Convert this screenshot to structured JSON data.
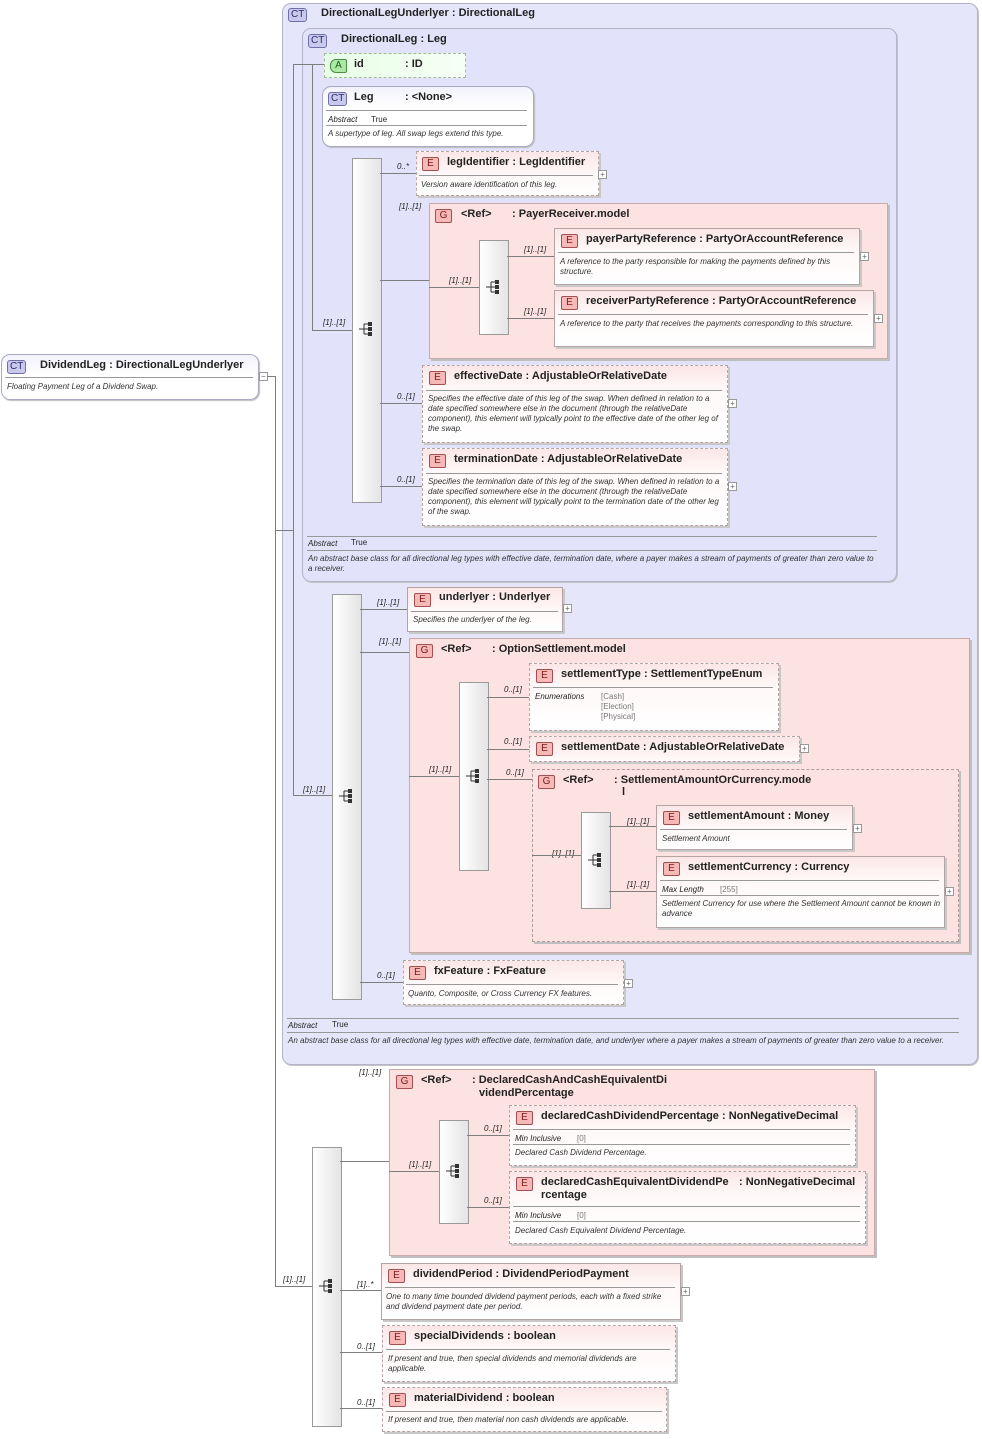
{
  "root": {
    "badge": "CT",
    "name": "DividendLeg",
    "type": "DirectionalLegUnderlyer",
    "doc": "Floating Payment Leg of a Dividend Swap."
  },
  "dlu": {
    "badge": "CT",
    "name": "DirectionalLegUnderlyer",
    "type": "DirectionalLeg",
    "abstract_label": "Abstract",
    "abstract_value": "True",
    "doc": "An abstract base class for all directional leg types with effective date, termination date, and underlyer where a payer makes a stream of payments of greater than zero value to a receiver."
  },
  "dl": {
    "badge": "CT",
    "name": "DirectionalLeg",
    "type": "Leg",
    "abstract_label": "Abstract",
    "abstract_value": "True",
    "doc": "An abstract base class for all directional leg types with effective date, termination date, where a payer makes a stream of payments of greater than zero value to a receiver."
  },
  "attr_id": {
    "badge": "A",
    "name": "id",
    "type": "ID"
  },
  "leg": {
    "badge": "CT",
    "name": "Leg",
    "type": "<None>",
    "abstract_label": "Abstract",
    "abstract_value": "True",
    "doc": "A supertype of leg. All swap legs extend this type."
  },
  "legIdentifier": {
    "badge": "E",
    "name": "legIdentifier",
    "type": "LegIdentifier",
    "card": "0..*",
    "doc": "Version aware identification of this leg."
  },
  "payerReceiver": {
    "badge": "G",
    "ref": "<Ref>",
    "type": "PayerReceiver.model",
    "card": "[1]..[1]"
  },
  "payerPartyReference": {
    "badge": "E",
    "name": "payerPartyReference",
    "type": "PartyOrAccountReference",
    "card": "[1]..[1]",
    "doc": "A reference to the party responsible for making the payments defined by this structure."
  },
  "receiverPartyReference": {
    "badge": "E",
    "name": "receiverPartyReference",
    "type": "PartyOrAccountReference",
    "card": "[1]..[1]",
    "doc": "A reference to the party that receives the payments corresponding to this structure."
  },
  "effectiveDate": {
    "badge": "E",
    "name": "effectiveDate",
    "type": "AdjustableOrRelativeDate",
    "card": "0..[1]",
    "doc": "Specifies the effective date of this leg of the swap. When defined in relation to a date specified somewhere else in the document (through the relativeDate component), this element will typically point to the effective date of the other leg of the swap."
  },
  "terminationDate": {
    "badge": "E",
    "name": "terminationDate",
    "type": "AdjustableOrRelativeDate",
    "card": "0..[1]",
    "doc": "Specifies the termination date of this leg of the swap. When defined in relation to a date specified somewhere else in the document (through the relativeDate component), this element will typically point to the termination date of the other leg of the swap."
  },
  "seqCards": {
    "dl_seq": "[1]..[1]",
    "pr_seq": "[1]..[1]",
    "dlu_seq": "[1]..[1]",
    "os_seq": "[1]..[1]",
    "sac_seq": "[1]..[1]",
    "root_seq": "[1]..[1]",
    "dcp_seq": "[1]..[1]"
  },
  "underlyer": {
    "badge": "E",
    "name": "underlyer",
    "type": "Underlyer",
    "card": "[1]..[1]",
    "doc": "Specifies the underlyer of the leg."
  },
  "optionSettlement": {
    "badge": "G",
    "ref": "<Ref>",
    "type": "OptionSettlement.model",
    "card": "[1]..[1]"
  },
  "settlementType": {
    "badge": "E",
    "name": "settlementType",
    "type": "SettlementTypeEnum",
    "card": "0..[1]",
    "enum_label": "Enumerations",
    "enums": [
      "[Cash]",
      "[Election]",
      "[Physical]"
    ]
  },
  "settlementDate": {
    "badge": "E",
    "name": "settlementDate",
    "type": "AdjustableOrRelativeDate",
    "card": "0..[1]"
  },
  "settlementAmountOrCurrency": {
    "badge": "G",
    "ref": "<Ref>",
    "type_line1": "SettlementAmountOrCurrency.mode",
    "type_line2": "l",
    "card": "0..[1]"
  },
  "settlementAmount": {
    "badge": "E",
    "name": "settlementAmount",
    "type": "Money",
    "card": "[1]..[1]",
    "doc": "Settlement Amount"
  },
  "settlementCurrency": {
    "badge": "E",
    "name": "settlementCurrency",
    "type": "Currency",
    "card": "[1]..[1]",
    "facet_label": "Max Length",
    "facet_value": "[255]",
    "doc": "Settlement Currency for use where the Settlement Amount cannot be known in advance"
  },
  "fxFeature": {
    "badge": "E",
    "name": "fxFeature",
    "type": "FxFeature",
    "card": "0..[1]",
    "doc": "Quanto, Composite, or Cross Currency FX features."
  },
  "declaredCash": {
    "badge": "G",
    "ref": "<Ref>",
    "type_line1": "DeclaredCashAndCashEquivalentDi",
    "type_line2": "videndPercentage",
    "card": "[1]..[1]"
  },
  "declaredCashDividendPercentage": {
    "badge": "E",
    "name": "declaredCashDividendPercentage",
    "type": "NonNegativeDecimal",
    "card": "0..[1]",
    "facet_label": "Min Inclusive",
    "facet_value": "[0]",
    "doc": "Declared Cash Dividend Percentage."
  },
  "declaredCashEquivalent": {
    "badge": "E",
    "name_line1": "declaredCashEquivalentDividendPe",
    "name_line2": "rcentage",
    "type": "NonNegativeDecimal",
    "card": "0..[1]",
    "facet_label": "Min Inclusive",
    "facet_value": "[0]",
    "doc": "Declared Cash Equivalent Dividend Percentage."
  },
  "dividendPeriod": {
    "badge": "E",
    "name": "dividendPeriod",
    "type": "DividendPeriodPayment",
    "card": "[1]..*",
    "doc": "One to many time bounded dividend payment periods, each with a fixed strike and dividend payment date per period."
  },
  "specialDividends": {
    "badge": "E",
    "name": "specialDividends",
    "type": "boolean",
    "card": "0..[1]",
    "doc": "If present and true, then special dividends and memorial dividends are applicable."
  },
  "materialDividend": {
    "badge": "E",
    "name": "materialDividend",
    "type": "boolean",
    "card": "0..[1]",
    "doc": "If present and true, then material non cash dividends are applicable."
  },
  "colon": ":",
  "expander_plus": "+",
  "expander_minus": "−"
}
